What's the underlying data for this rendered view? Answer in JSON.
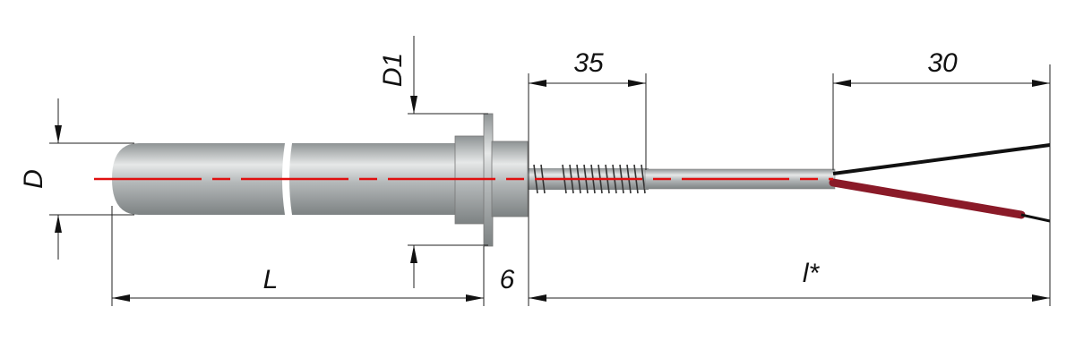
{
  "drawing": {
    "dimensions": {
      "D": "D",
      "D1": "D1",
      "L": "L",
      "gap": "6",
      "thread_length": "35",
      "wire_length": "30",
      "lead_length": "l*"
    },
    "colors": {
      "centerline": "#e01010",
      "metal": "#b8bcbd",
      "wire_black": "#111111",
      "wire_red": "#8a1a28"
    }
  }
}
